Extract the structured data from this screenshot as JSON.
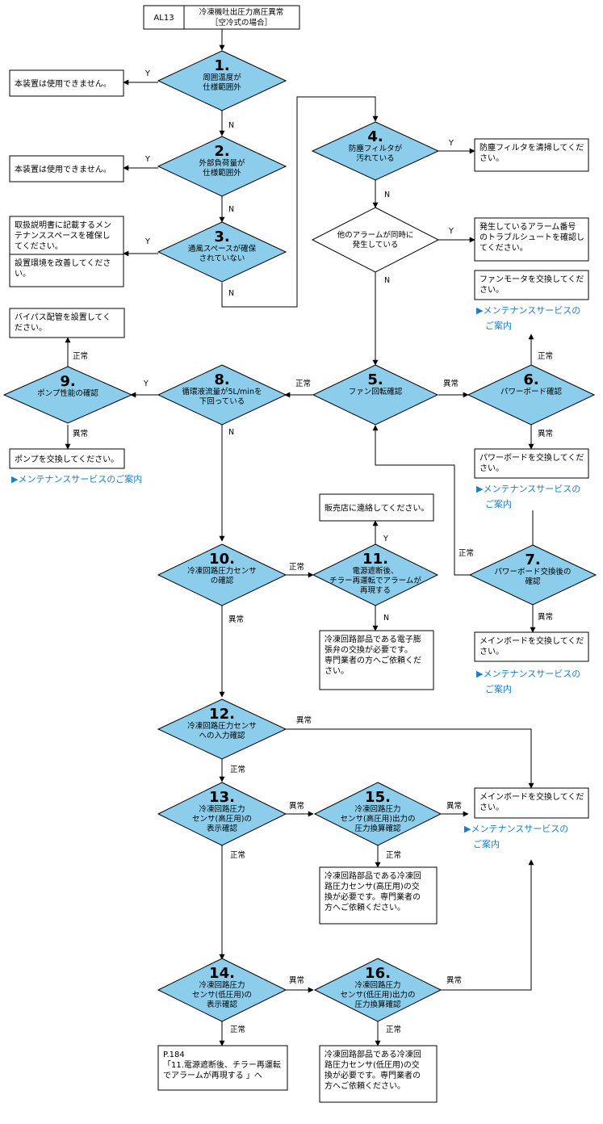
{
  "header": {
    "code": "AL13",
    "title": [
      "冷凍機吐出圧力高圧異常",
      "［空冷式の場合］"
    ]
  },
  "labels": {
    "yes": "Y",
    "no": "N",
    "normal": "正常",
    "abnormal": "異常"
  },
  "steps": {
    "s1": {
      "num": "1.",
      "text": [
        "周囲温度が",
        "仕様範囲外"
      ]
    },
    "s2": {
      "num": "2.",
      "text": [
        "外部負荷量が",
        "仕様範囲外"
      ]
    },
    "s3": {
      "num": "3.",
      "text": [
        "通風スペースが確保",
        "されていない"
      ]
    },
    "s4": {
      "num": "4.",
      "text": [
        "防塵フィルタが",
        "汚れている"
      ]
    },
    "s4b": {
      "num": "",
      "text": [
        "他のアラームが同時に",
        "発生している"
      ]
    },
    "s5": {
      "num": "5.",
      "text": [
        "ファン回転確認"
      ]
    },
    "s6": {
      "num": "6.",
      "text": [
        "パワーボード確認"
      ]
    },
    "s7": {
      "num": "7.",
      "text": [
        "パワーボード交換後の",
        "確認"
      ]
    },
    "s8": {
      "num": "8.",
      "text": [
        "循環液流量が5L/minを",
        "下回っている"
      ]
    },
    "s9": {
      "num": "9.",
      "text": [
        "ポンプ性能の確認"
      ]
    },
    "s10": {
      "num": "10.",
      "text": [
        "冷凍回路圧力センサ",
        "の確認"
      ]
    },
    "s11": {
      "num": "11.",
      "text": [
        "電源遮断後、",
        "チラー再運転でアラームが",
        "再現する"
      ]
    },
    "s12": {
      "num": "12.",
      "text": [
        "冷凍回路圧力センサ",
        "への入力確認"
      ]
    },
    "s13": {
      "num": "13.",
      "text": [
        "冷凍回路圧力",
        "センサ(高圧用)の",
        "表示確認"
      ]
    },
    "s14": {
      "num": "14.",
      "text": [
        "冷凍回路圧力",
        "センサ(低圧用)の",
        "表示確認"
      ]
    },
    "s15": {
      "num": "15.",
      "text": [
        "冷凍回路圧力",
        "センサ(高圧用)出力の",
        "圧力換算確認"
      ]
    },
    "s16": {
      "num": "16.",
      "text": [
        "冷凍回路圧力",
        "センサ(低圧用)出力の",
        "圧力換算確認"
      ]
    }
  },
  "boxes": {
    "b1": [
      "本装置は使用できません。"
    ],
    "b2": [
      "本装置は使用できません。"
    ],
    "b3a": [
      "取扱説明書に記載するメン",
      "テナンススペースを確保し",
      "てください。"
    ],
    "b3b": [
      "設置環境を改善してくださ",
      "い。"
    ],
    "b4": [
      "防塵フィルタを清掃してくだ",
      "さい。"
    ],
    "b4b": [
      "発生しているアラーム番号",
      "のトラブルシュートを確認し",
      "てください。"
    ],
    "b5": [
      "ファンモータを交換してくだ",
      "さい。"
    ],
    "b6": [
      "パワーボードを交換してくだ",
      "さい。"
    ],
    "b7": [
      "メインボードを交換してくだ",
      "さい。"
    ],
    "b9a": [
      "バイパス配管を設置してく",
      "ださい。"
    ],
    "b9b": [
      "ポンプを交換してください。"
    ],
    "b11a": [
      "販売店に連絡してください。"
    ],
    "b11b": [
      "冷凍回路部品である電子膨",
      "張弁の交換が必要です。",
      "専門業者の方へご依頼くだ",
      "さい。"
    ],
    "b12": [
      "メインボードを交換してくだ",
      "さい。"
    ],
    "b14": [
      "P.184",
      "「11.電源遮断後、チラー再運転",
      "でアラームが再現する 」へ"
    ],
    "b15": [
      "冷凍回路部品である冷凍回",
      "路圧力センサ(高圧用)の交",
      "換が必要です。専門業者の",
      "方へご依頼ください。"
    ],
    "b16": [
      "冷凍回路部品である冷凍回",
      "路圧力センサ(低圧用)の交",
      "換が必要です。専門業者の",
      "方へご依頼ください。"
    ]
  },
  "links": {
    "maint1": [
      "▶メンテナンスサービスの",
      "ご案内"
    ],
    "maint2": [
      "▶メンテナンスサービスの",
      "ご案内"
    ],
    "maint3": [
      "▶メンテナンスサービスの",
      "ご案内"
    ],
    "maint4": [
      "▶メンテナンスサービスの",
      "ご案内"
    ],
    "maint_pump": [
      "▶メンテナンスサービスのご案内"
    ]
  },
  "colors": {
    "decision_fill": "#8bcdeb",
    "link": "#1a7ec2"
  }
}
